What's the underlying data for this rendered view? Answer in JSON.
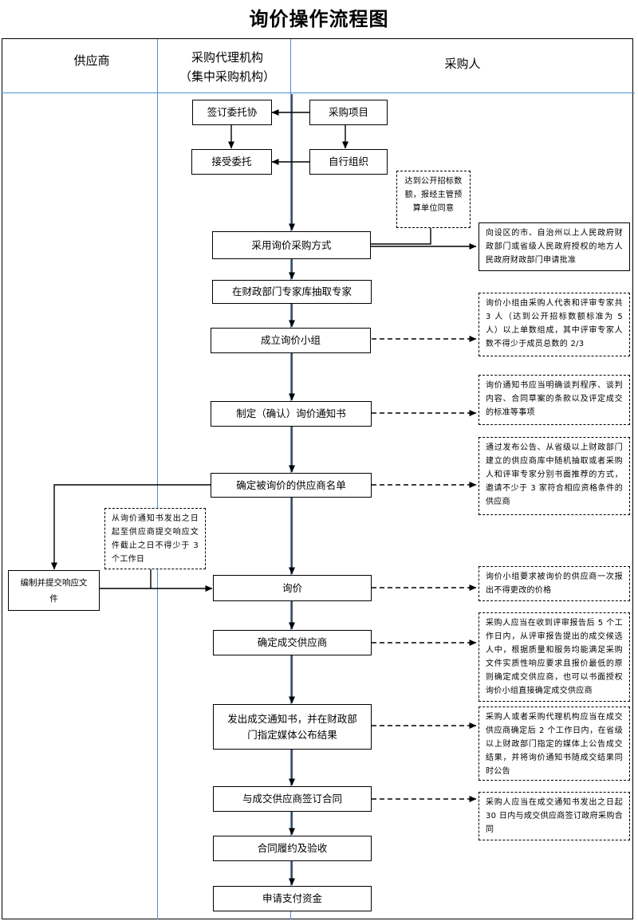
{
  "title": "询价操作流程图",
  "lanes": {
    "supplier": "供应商",
    "agency_line1": "采购代理机构",
    "agency_line2": "（集中采购机构）",
    "purchaser": "采购人"
  },
  "boxes": {
    "sign_entrust": "签订委托协",
    "purchase_project": "采购项目",
    "accept_entrust": "接受委托",
    "self_organize": "自行组织",
    "adopt_inquiry": "采用询价采购方式",
    "draw_experts": "在财政部门专家库抽取专家",
    "form_group": "成立询价小组",
    "make_notice": "制定（确认）询价通知书",
    "confirm_suppliers": "确定被询价的供应商名单",
    "prepare_response": "编制并提交响应文件",
    "inquiry": "询价",
    "determine_winner": "确定成交供应商",
    "publish_result": "发出成交通知书，并在财政部门指定媒体公布结果",
    "sign_contract": "与成交供应商签订合同",
    "fulfill_accept": "合同履约及验收",
    "apply_payment": "申请支付资金"
  },
  "notes": {
    "public_threshold": "达到公开招标数额，报经主管预算单位同意",
    "approval": "向设区的市、自治州以上人民政府财政部门或省级人民政府授权的地方人民政府财政部门申请批准",
    "group_composition": "询价小组由采购人代表和评审专家共 3 人（达到公开招标数额标准为 5 人）以上单数组成，其中评审专家人数不得少于成员总数的 2/3",
    "notice_content": "询价通知书应当明确谈判程序、谈判内容、合同草案的条款以及评定成交的标准等事项",
    "supplier_selection": "通过发布公告、从省级以上财政部门建立的供应商库中随机抽取或者采购人和评审专家分别书面推荐的方式，邀请不少于 3 家符合相应资格条件的供应商",
    "response_period": "从询价通知书发出之日起至供应商提交响应文件截止之日不得少于 3 个工作日",
    "no_change_price": "询价小组要求被询价的供应商一次报出不得更改的价格",
    "winner_rule": "采购人应当在收到评审报告后 5 个工作日内，从评审报告提出的成交候选人中，根据质量和服务均能满足采购文件实质性响应要求且报价最低的原则确定成交供应商，也可以书面授权询价小组直接确定成交供应商",
    "publish_rule": "采购人或者采购代理机构应当在成交供应商确定后 2 个工作日内，在省级以上财政部门指定的媒体上公告成交结果，并将询价通知书随成交结果同时公告",
    "contract_rule": "采购人应当在成交通知书发出之日起 30 日内与成交供应商签订政府采购合同"
  }
}
